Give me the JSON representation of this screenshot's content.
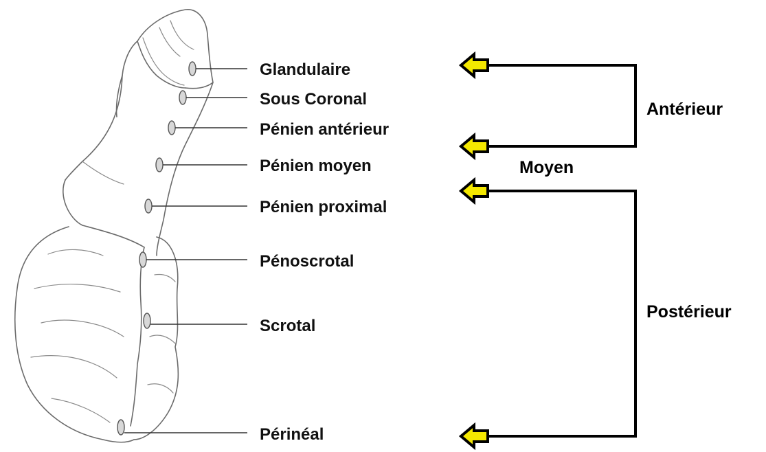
{
  "levels": [
    "Glandulaire",
    "Sous Coronal",
    "Pénien antérieur",
    "Pénien moyen",
    "Pénien proximal",
    "Pénoscrotal",
    "Scrotal",
    "Périnéal"
  ],
  "groups": {
    "anterior": "Antérieur",
    "middle": "Moyen",
    "posterior": "Postérieur"
  },
  "colors": {
    "arrow_fill": "#f4e800",
    "line": "#000000",
    "sketch": "#6b6b6b"
  }
}
